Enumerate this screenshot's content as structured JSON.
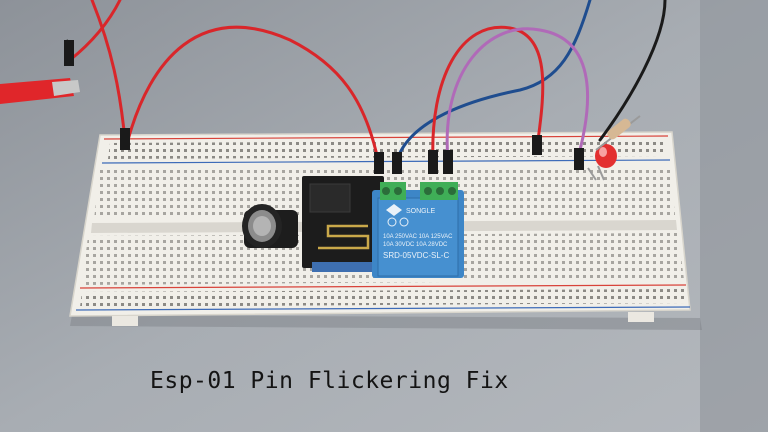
{
  "caption": "Esp-01 Pin Flickering Fix",
  "relay": {
    "brand": "SONGLE",
    "rating_line1": "10A 250VAC  10A 125VAC",
    "rating_line2": "10A  30VDC  10A  28VDC",
    "model": "SRD-05VDC-SL-C"
  },
  "colors": {
    "table": "#a3a8ae",
    "breadboard": "#f1efe9",
    "rail_red": "#d8433a",
    "rail_blue": "#3d6bb8",
    "wire_red": "#d9262a",
    "wire_purple": "#b06ab8",
    "wire_blue": "#1f4d8f",
    "wire_black": "#1a1a1a",
    "relay_blue": "#3d86c7",
    "esp_board": "#1c1c1c",
    "led": "#e33030"
  }
}
